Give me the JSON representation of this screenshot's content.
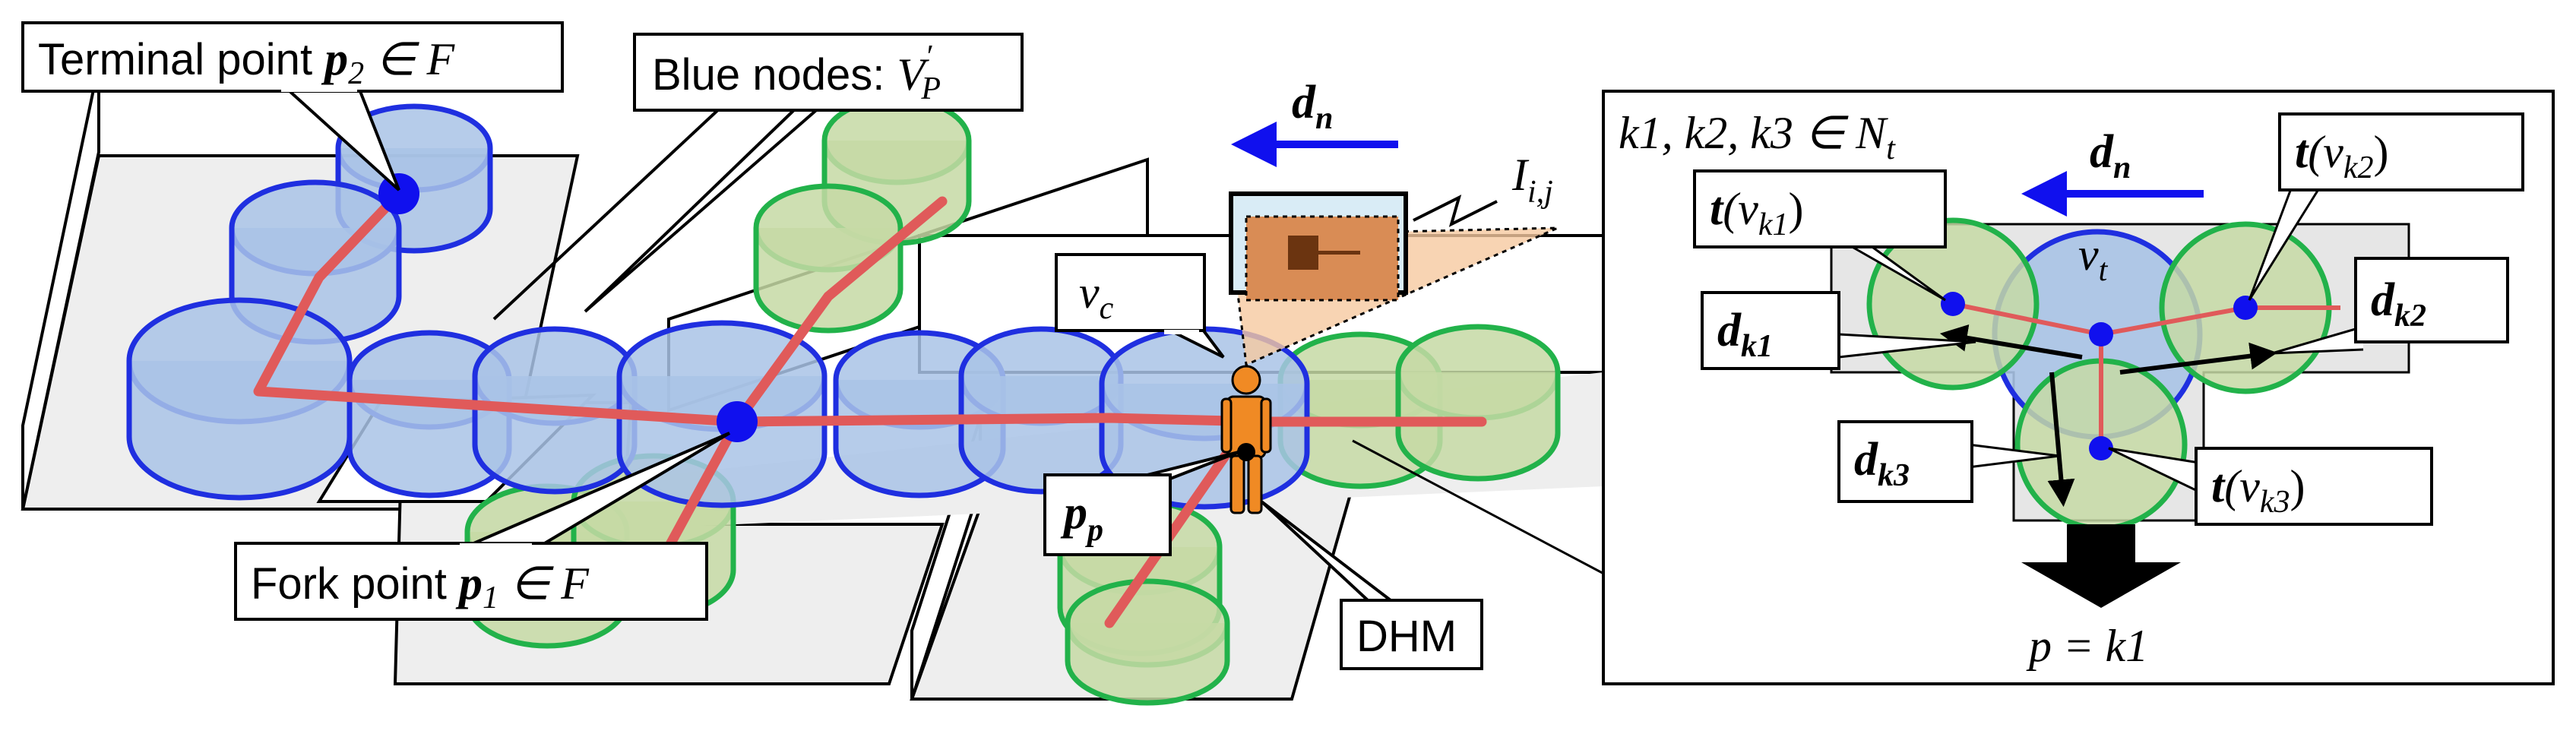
{
  "callouts": {
    "terminal": {
      "text": "Terminal point ",
      "sym": "p",
      "sub": "2",
      "tail": " ∈ F"
    },
    "blue_nodes": {
      "text": "Blue nodes: ",
      "sym": "V",
      "sup": "′",
      "sub": "P"
    },
    "fork": {
      "text": "Fork point ",
      "sym": "p",
      "sub": "1",
      "tail": " ∈ F"
    },
    "vc": {
      "sym": "v",
      "sub": "c"
    },
    "pp": {
      "sym": "p",
      "sub": "p"
    },
    "dhm": {
      "text": "DHM"
    },
    "iij": {
      "sym": "I",
      "sub": "i,j"
    },
    "dn": {
      "sym": "d",
      "sub": "n"
    }
  },
  "inset": {
    "header": {
      "text": "k1, k2, k3 ∈ N",
      "sub": "t"
    },
    "dn": {
      "sym": "d",
      "sub": "n"
    },
    "vt": {
      "sym": "v",
      "sub": "t"
    },
    "t_vk1": {
      "sym": "t",
      "text": "(v",
      "sub": "k1",
      "tail": ")"
    },
    "t_vk2": {
      "sym": "t",
      "text": "(v",
      "sub": "k2",
      "tail": ")"
    },
    "t_vk3": {
      "sym": "t",
      "text": "(v",
      "sub": "k3",
      "tail": ")"
    },
    "dk1": {
      "sym": "d",
      "sub": "k1"
    },
    "dk2": {
      "sym": "d",
      "sub": "k2"
    },
    "dk3": {
      "sym": "d",
      "sub": "k3"
    },
    "result": {
      "text": "p = k1"
    }
  },
  "colors": {
    "blue_node_fill": "#a9c3e6",
    "blue_node_stroke": "#1f2fe0",
    "green_node_fill": "#c5d9a4",
    "green_node_stroke": "#22b24a",
    "path_red": "#e05a5a",
    "arrow_blue": "#1010ee",
    "dhm_orange": "#f08a24",
    "view_orange": "#f6c9a0"
  }
}
